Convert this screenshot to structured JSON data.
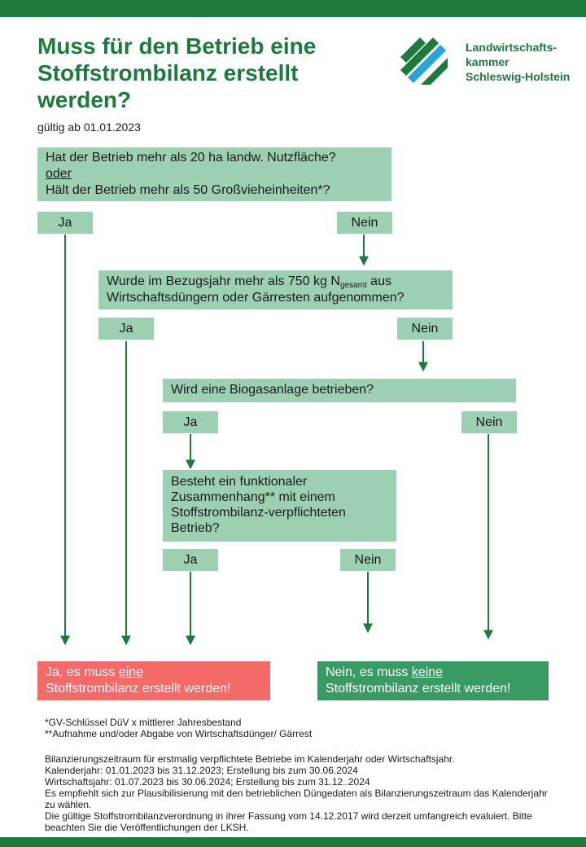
{
  "header": {
    "title": "Muss für den Betrieb eine Stoffstrombilanz erstellt werden?",
    "valid_from": "gültig  ab 01.01.2023"
  },
  "logo": {
    "line1": "Landwirtschafts-",
    "line2": "kammer",
    "line3": "Schleswig-Holstein"
  },
  "colors": {
    "brand_green": "#1e7a3c",
    "box_green": "#9dcfb2",
    "result_yes": "#f46a68",
    "result_no": "#3a9a63",
    "logo_blue": "#2aa3d8"
  },
  "flow": {
    "q1": {
      "line1": "Hat der Betrieb mehr als 20 ha landw. Nutzfläche?",
      "connector": "oder",
      "line2": "Hält der Betrieb mehr als 50 Großvieheinheiten*?"
    },
    "q2": {
      "pre": "Wurde im Bezugsjahr mehr als 750 kg N",
      "sub": "gesamt",
      "post": " aus",
      "line2": "Wirtschaftsdüngern oder Gärresten aufgenommen?"
    },
    "q3": {
      "text": "Wird eine Biogasanlage betrieben?"
    },
    "q4": {
      "line1": "Besteht ein funktionaler",
      "line2": "Zusammenhang** mit einem",
      "line3": "Stoffstrombilanz-verpflichteten",
      "line4": "Betrieb?"
    },
    "yes_label": "Ja",
    "no_label": "Nein"
  },
  "results": {
    "yes": {
      "pre": "Ja, es muss ",
      "emph": "eine",
      "line2": "Stoffstrombilanz erstellt werden!"
    },
    "no": {
      "pre": "Nein, es muss ",
      "emph": "keine",
      "line2": "Stoffstrombilanz erstellt werden!"
    }
  },
  "footnotes": {
    "gv": "*GV-Schlüssel DüV x mittlerer Jahresbestand",
    "exchange": "**Aufnahme und/oder Abgabe von Wirtschaftsdünger/ Gärrest"
  },
  "notes": {
    "n1": "Bilanzierungszeitraum für erstmalig verpflichtete Betriebe im Kalenderjahr oder Wirtschaftsjahr.",
    "n2": "Kalenderjahr: 01.01.2023 bis 31.12.2023; Erstellung bis zum 30.06.2024",
    "n3": "Wirtschaftsjahr: 01.07.2023 bis 30.06.2024; Erstellung bis zum 31.12..2024",
    "n4": "Es empfiehlt sich zur Plausibilisierung mit den betrieblichen Düngedaten als Bilanzierungszeitraum das Kalenderjahr zu wählen.",
    "n5": "Die gültige Stoffstrombilanzverordnung in ihrer Fassung vom 14.12.2017 wird derzeit umfangreich evaluiert. Bitte beachten Sie die Veröffentlichungen der LKSH."
  }
}
